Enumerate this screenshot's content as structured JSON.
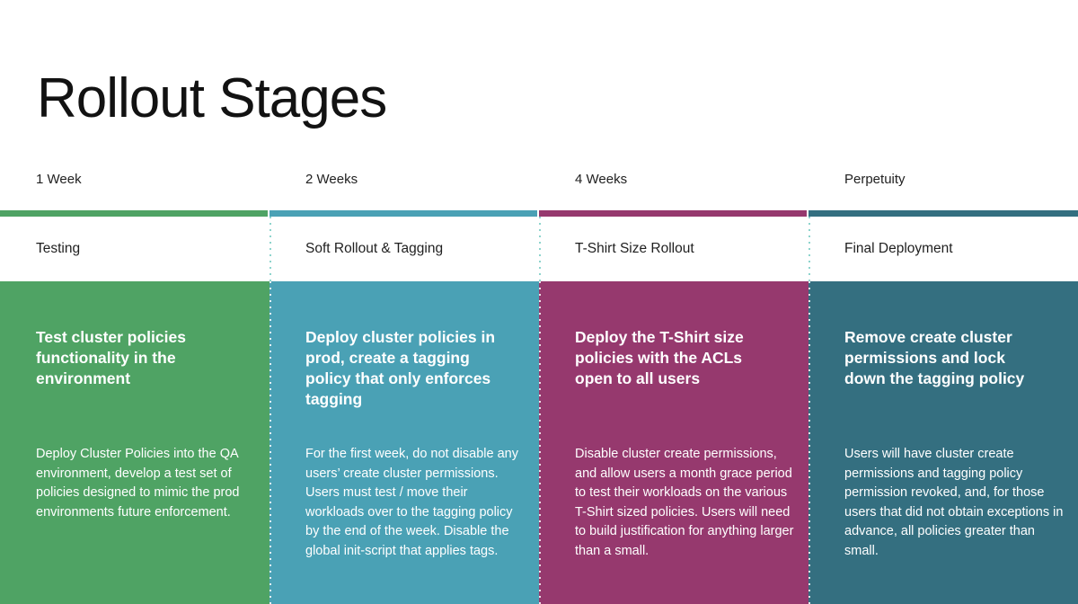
{
  "slide": {
    "title": "Rollout Stages"
  },
  "colors": {
    "stage1_green": "#4fa364",
    "stage2_teal": "#4aa1b5",
    "stage3_magenta": "#96396e",
    "stage4_dark_teal": "#346f80",
    "divider_dot_teal": "#8ed4cd",
    "divider_dot_white": "#ffffff",
    "title_text": "#121212",
    "label_text": "#212121",
    "card_text": "#ffffff"
  },
  "stages": [
    {
      "duration": "1 Week",
      "name": "Testing",
      "color": "#4fa364",
      "heading": "Test cluster policies functionality in the environment",
      "body": "Deploy Cluster Policies into the QA environment, develop a test set of policies designed to mimic the prod environments future enforcement."
    },
    {
      "duration": "2 Weeks",
      "name": "Soft Rollout & Tagging",
      "color": "#4aa1b5",
      "heading": "Deploy cluster policies in prod, create a tagging policy that only enforces tagging",
      "body": "For the first week, do not disable any users’ create cluster permissions. Users must test / move their workloads over to the tagging policy by the end of the week. Disable the global init-script that applies tags."
    },
    {
      "duration": "4 Weeks",
      "name": "T-Shirt Size Rollout",
      "color": "#96396e",
      "heading": "Deploy the T-Shirt size policies with the ACLs open to all users",
      "body": "Disable cluster create permissions, and allow users a month grace period to test their workloads on the various T-Shirt sized policies. Users will need to build justification for anything larger than a small."
    },
    {
      "duration": "Perpetuity",
      "name": "Final Deployment",
      "color": "#346f80",
      "heading": "Remove create cluster permissions and lock down the tagging policy",
      "body": "Users will have cluster create permissions and tagging policy permission revoked, and, for those users that did not obtain exceptions in advance, all policies greater than small."
    }
  ]
}
